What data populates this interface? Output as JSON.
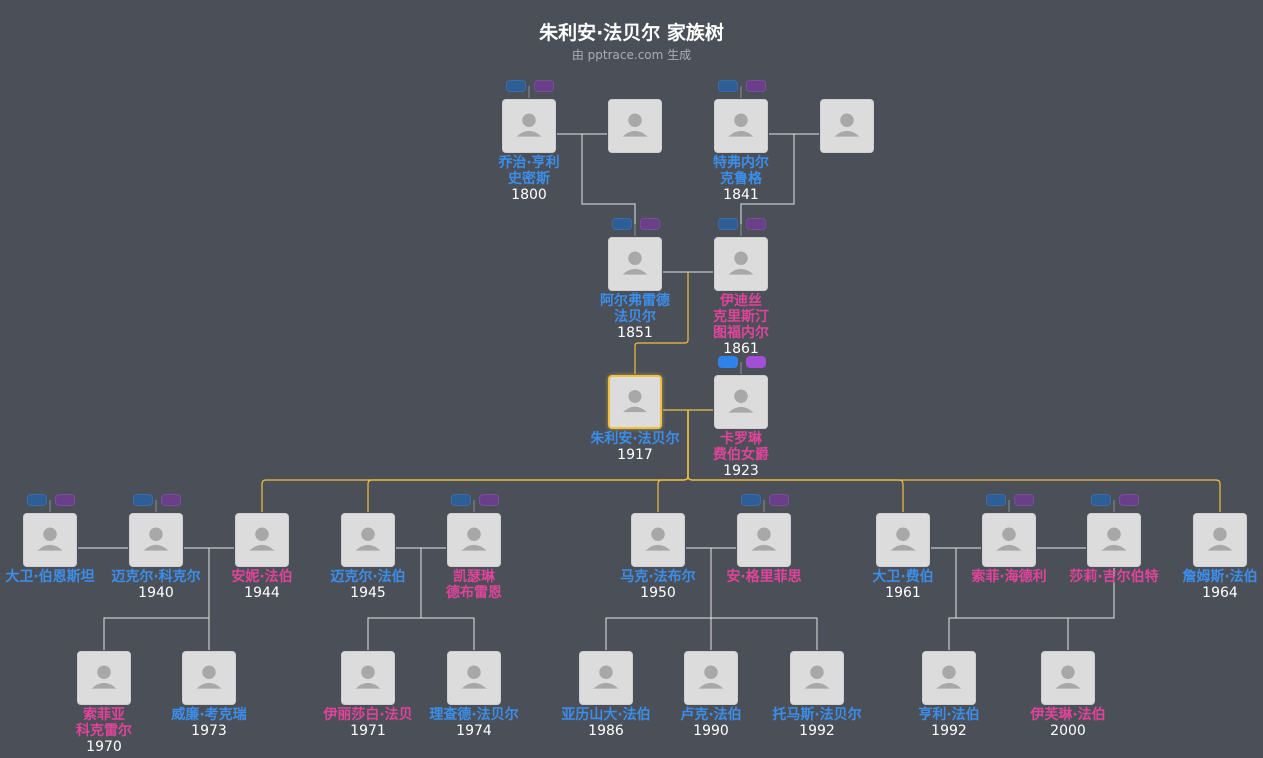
{
  "title": "朱利安·法贝尔 家族树",
  "subtitle": "由 pptrace.com 生成",
  "colors": {
    "male": "#3b8eea",
    "female": "#e0449a",
    "focus": "#f0c040",
    "line": "#e6e6e6"
  },
  "people": [
    {
      "id": "george",
      "name": [
        "乔治·亨利",
        "史密斯"
      ],
      "year": "1800",
      "gender": "male"
    },
    {
      "id": "p2",
      "name": [],
      "year": "",
      "gender": "none"
    },
    {
      "id": "ferdinand",
      "name": [
        "特弗内尔",
        "克鲁格"
      ],
      "year": "1841",
      "gender": "male"
    },
    {
      "id": "p4",
      "name": [],
      "year": "",
      "gender": "none"
    },
    {
      "id": "alfred",
      "name": [
        "阿尔弗雷德",
        "法贝尔"
      ],
      "year": "1851",
      "gender": "male"
    },
    {
      "id": "edith",
      "name": [
        "伊迪丝",
        "克里斯汀",
        "图福内尔"
      ],
      "year": "1861",
      "gender": "female"
    },
    {
      "id": "julian",
      "name": [
        "朱利安·法贝尔"
      ],
      "year": "1917",
      "gender": "male",
      "focus": true
    },
    {
      "id": "caroline",
      "name": [
        "卡罗琳",
        "费伯女爵"
      ],
      "year": "1923",
      "gender": "female"
    },
    {
      "id": "david_b",
      "name": [
        "大卫·伯恩斯坦"
      ],
      "year": "",
      "gender": "male"
    },
    {
      "id": "michael_k",
      "name": [
        "迈克尔·科克尔"
      ],
      "year": "1940",
      "gender": "male"
    },
    {
      "id": "annie",
      "name": [
        "安妮·法伯"
      ],
      "year": "1944",
      "gender": "female"
    },
    {
      "id": "michael_f",
      "name": [
        "迈克尔·法伯"
      ],
      "year": "1945",
      "gender": "male"
    },
    {
      "id": "kathleen",
      "name": [
        "凯瑟琳",
        "德布雷恩"
      ],
      "year": "",
      "gender": "female"
    },
    {
      "id": "mark",
      "name": [
        "马克·法布尔"
      ],
      "year": "1950",
      "gender": "male"
    },
    {
      "id": "ann",
      "name": [
        "安·格里菲思"
      ],
      "year": "",
      "gender": "female"
    },
    {
      "id": "david_f",
      "name": [
        "大卫·费伯"
      ],
      "year": "1961",
      "gender": "male"
    },
    {
      "id": "sophie",
      "name": [
        "索菲·海德利"
      ],
      "year": "",
      "gender": "female"
    },
    {
      "id": "sally",
      "name": [
        "莎莉·吉尔伯特"
      ],
      "year": "",
      "gender": "female"
    },
    {
      "id": "james",
      "name": [
        "詹姆斯·法伯"
      ],
      "year": "1964",
      "gender": "male"
    },
    {
      "id": "sophia",
      "name": [
        "索菲亚",
        "科克雷尔"
      ],
      "year": "1970",
      "gender": "female"
    },
    {
      "id": "william",
      "name": [
        "威廉·考克瑞"
      ],
      "year": "1973",
      "gender": "male"
    },
    {
      "id": "elizabeth",
      "name": [
        "伊丽莎白·法贝"
      ],
      "year": "1971",
      "gender": "female"
    },
    {
      "id": "richard",
      "name": [
        "理查德·法贝尔"
      ],
      "year": "1974",
      "gender": "male"
    },
    {
      "id": "alexander",
      "name": [
        "亚历山大·法伯"
      ],
      "year": "1986",
      "gender": "male"
    },
    {
      "id": "luke",
      "name": [
        "卢克·法伯"
      ],
      "year": "1990",
      "gender": "male"
    },
    {
      "id": "thomas",
      "name": [
        "托马斯·法贝尔"
      ],
      "year": "1992",
      "gender": "male"
    },
    {
      "id": "henry",
      "name": [
        "亨利·法伯"
      ],
      "year": "1992",
      "gender": "male"
    },
    {
      "id": "evelyn",
      "name": [
        "伊芙琳·法伯"
      ],
      "year": "2000",
      "gender": "female"
    }
  ]
}
